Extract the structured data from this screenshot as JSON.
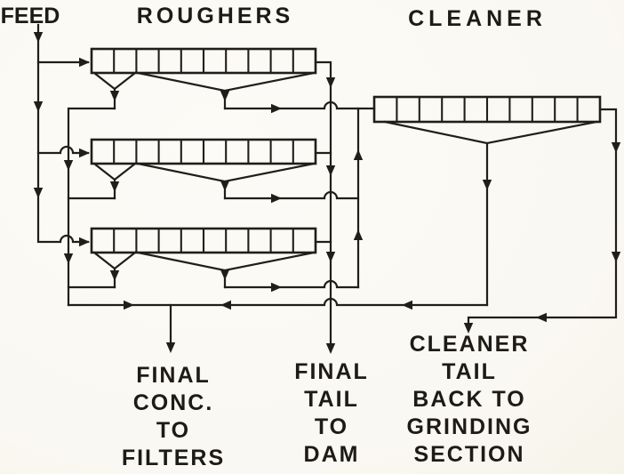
{
  "colors": {
    "ink": "#211e1a",
    "paper": "#faf8f2"
  },
  "labels": {
    "feed": "FEED",
    "roughers": "ROUGHERS",
    "cleaner": "CLEANER",
    "final_conc_lines": [
      "FINAL",
      "CONC.",
      "TO",
      "FILTERS"
    ],
    "final_tail_lines": [
      "FINAL",
      "TAIL",
      "TO",
      "DAM"
    ],
    "cleaner_tail_lines": [
      "CLEANER",
      "TAIL",
      "BACK TO",
      "GRINDING",
      "SECTION"
    ]
  },
  "diagram": {
    "kind": "flotation-circuit-flowsheet",
    "cells": {
      "rougher_banks": 3,
      "cleaner_banks": 1,
      "compartments_per_bank": 10
    },
    "streams": [
      "feed to three parallel rougher banks",
      "rougher froth to cleaner",
      "final conc. to filters",
      "final tail to dam",
      "cleaner tail back to grinding section"
    ]
  }
}
